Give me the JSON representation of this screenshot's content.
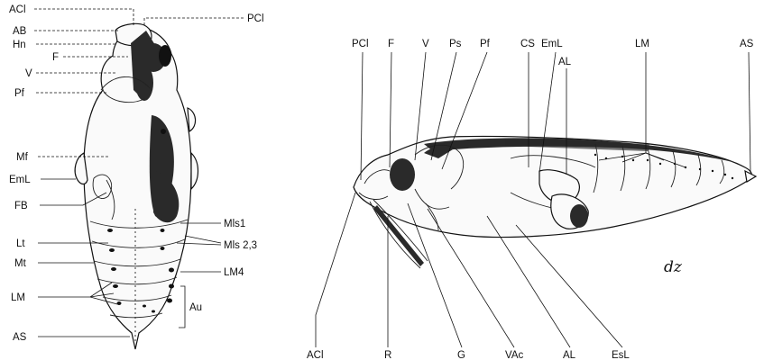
{
  "dorsal_view": {
    "labels": {
      "ACl": "ACl",
      "AB": "AB",
      "Hn": "Hn",
      "F": "F",
      "V": "V",
      "Pf": "Pf",
      "Mf": "Mf",
      "EmL": "EmL",
      "FB": "FB",
      "Lt": "Lt",
      "Mt": "Mt",
      "LM": "LM",
      "AS": "AS",
      "PCl": "PCl",
      "Mls1": "Mls1",
      "Mls23": "Mls 2,3",
      "LM4": "LM4",
      "Au": "Au"
    }
  },
  "lateral_view": {
    "top_labels": {
      "PCl": "PCl",
      "F": "F",
      "V": "V",
      "Ps": "Ps",
      "Pf": "Pf",
      "CS": "CS",
      "EmL": "EmL",
      "AL": "AL",
      "LM": "LM",
      "AS": "AS"
    },
    "bottom_labels": {
      "ACl": "ACl",
      "R": "R",
      "G": "G",
      "VAc": "VAc",
      "AL": "AL",
      "EsL": "EsL"
    },
    "signature": "dz"
  }
}
